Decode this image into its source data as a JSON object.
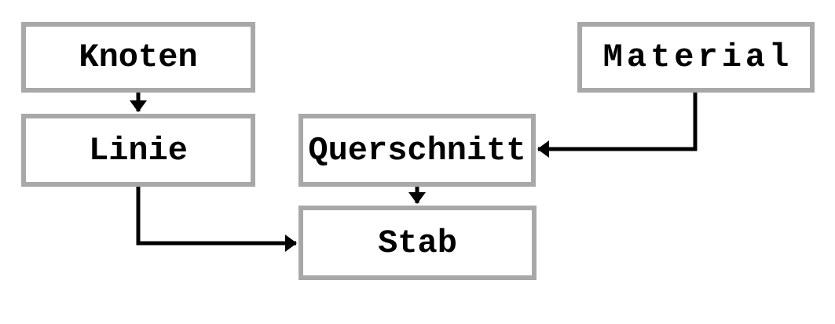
{
  "diagram": {
    "type": "flow-diagram",
    "nodes": [
      {
        "id": "knoten",
        "label": "Knoten"
      },
      {
        "id": "linie",
        "label": "Linie"
      },
      {
        "id": "material",
        "label": "Material"
      },
      {
        "id": "querschnitt",
        "label": "Querschnitt"
      },
      {
        "id": "stab",
        "label": "Stab"
      }
    ],
    "edges": [
      {
        "from": "Knoten",
        "to": "Linie",
        "style": "straight-down-arrow"
      },
      {
        "from": "Linie",
        "to": "Stab",
        "style": "elbow-down-then-right-arrow"
      },
      {
        "from": "Material",
        "to": "Querschnitt",
        "style": "elbow-down-then-left-arrow"
      },
      {
        "from": "Querschnitt",
        "to": "Stab",
        "style": "straight-down-arrow"
      }
    ],
    "colors": {
      "box_border": "#a8a8a8",
      "box_fill": "#ffffff",
      "arrow": "#000000",
      "text": "#000000",
      "background": "#ffffff"
    }
  }
}
